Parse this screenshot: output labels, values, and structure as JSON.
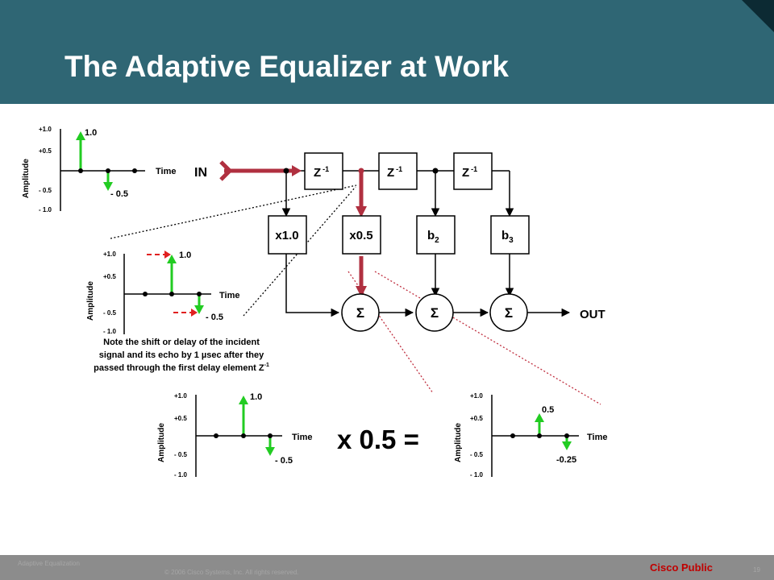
{
  "slide": {
    "title": "The Adaptive Equalizer at Work",
    "colors": {
      "header": "#2f6674",
      "path": "#b03040",
      "pulse": "#22cc22",
      "echo_shift": "#e02020"
    }
  },
  "footer": {
    "topic": "Adaptive Equalization",
    "copyright": "© 2006 Cisco Systems, Inc. All rights reserved.",
    "classification": "Cisco Public",
    "page": "19"
  },
  "filter": {
    "input_label": "IN",
    "output_label": "OUT",
    "delay_label": "Z",
    "delay_exponent": "-1",
    "taps": [
      {
        "label": "x1.0"
      },
      {
        "label": "x0.5"
      },
      {
        "label": "b",
        "subscript": "2"
      },
      {
        "label": "b",
        "subscript": "3"
      }
    ],
    "summer_symbol": "Σ"
  },
  "plots": {
    "axis_label": "Amplitude",
    "time_label": "Time",
    "ticks": [
      "+1.0",
      "+0.5",
      "- 0.5",
      "- 1.0"
    ],
    "input_signal": {
      "pulse_label": "1.0",
      "echo_label": "- 0.5",
      "pulse_value": 1.0,
      "echo_value": -0.5
    },
    "delayed_signal": {
      "pulse_label": "1.0",
      "echo_label": "- 0.5",
      "pulse_value": 1.0,
      "echo_value": -0.5
    },
    "tap_input_signal": {
      "pulse_label": "1.0",
      "echo_label": "- 0.5",
      "pulse_value": 1.0,
      "echo_value": -0.5
    },
    "tap_output_signal": {
      "pulse_label": "0.5",
      "echo_label": "-0.25",
      "pulse_value": 0.5,
      "echo_value": -0.25
    }
  },
  "note": {
    "line1": "Note the shift or delay of the incident",
    "line2": "signal and its echo by 1 µsec after they",
    "line3": "passed through the first delay element Z",
    "line3_exponent": "-1"
  },
  "equation": "x 0.5 ="
}
